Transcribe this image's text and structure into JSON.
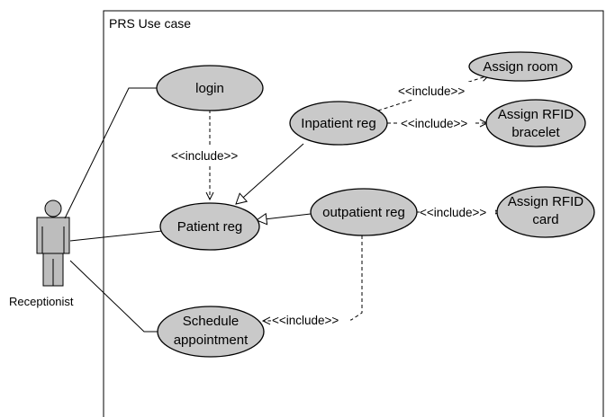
{
  "system": {
    "title": "PRS Use case"
  },
  "actor": {
    "name": "Receptionist"
  },
  "use_cases": {
    "login": "login",
    "inpatient_reg": "Inpatient reg",
    "assign_room": "Assign room",
    "assign_rfid_bracelet": [
      "Assign RFID",
      "bracelet"
    ],
    "patient_reg": "Patient reg",
    "outpatient_reg": "outpatient reg",
    "assign_rfid_card": [
      "Assign RFID",
      "card"
    ],
    "schedule_appointment": [
      "Schedule",
      "appointment"
    ]
  },
  "relationships": {
    "include_label": "<<include>>"
  },
  "colors": {
    "usecase_fill": "#c9c9c9",
    "actor_fill": "#bdbdbd",
    "stroke": "#000000"
  }
}
